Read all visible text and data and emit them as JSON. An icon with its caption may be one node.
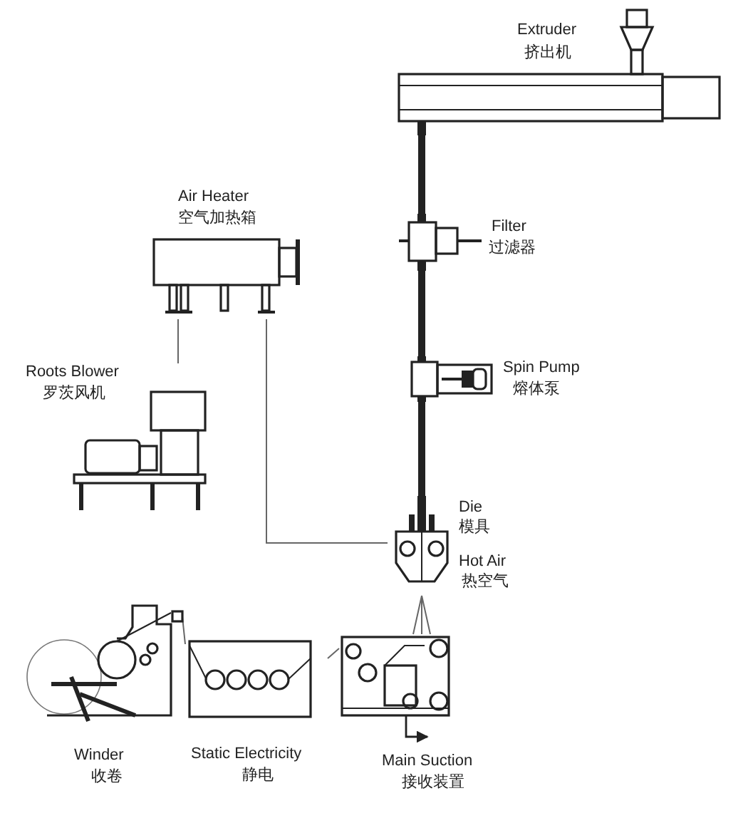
{
  "diagram": {
    "nodes": [
      {
        "text": [
          "Extruder",
          "挤出机"
        ]
      },
      {
        "text": [
          "Air Heater",
          "空气加热箱"
        ]
      },
      {
        "text": [
          "Filter",
          "过滤器"
        ]
      },
      {
        "text": [
          "Roots Blower",
          "罗茨风机"
        ]
      },
      {
        "text": [
          "Spin Pump",
          "熔体泵"
        ]
      },
      {
        "text": [
          "Die",
          "模具"
        ],
        "beside": [
          "Hot Air",
          "热空气"
        ]
      },
      {
        "text": [
          "Winder",
          "收卷"
        ]
      },
      {
        "text": [
          "Static Electricity",
          "静电"
        ]
      },
      {
        "text": [
          "Main Suction",
          "接收装置"
        ]
      }
    ],
    "edges": [
      {
        "from": 0,
        "to": 2,
        "arrow": "none",
        "style": "thick"
      },
      {
        "from": 2,
        "to": 4,
        "arrow": "none",
        "style": "thick"
      },
      {
        "from": 4,
        "to": 5,
        "arrow": "none",
        "style": "thick"
      },
      {
        "from": 1,
        "to": 3,
        "arrow": "none"
      },
      {
        "from": 1,
        "to": 5,
        "arrow": "none"
      },
      {
        "from": 5,
        "to": 8,
        "arrow": "none"
      },
      {
        "from": 8,
        "to": 7,
        "arrow": "none"
      },
      {
        "from": 7,
        "to": 6,
        "arrow": "none"
      }
    ]
  }
}
